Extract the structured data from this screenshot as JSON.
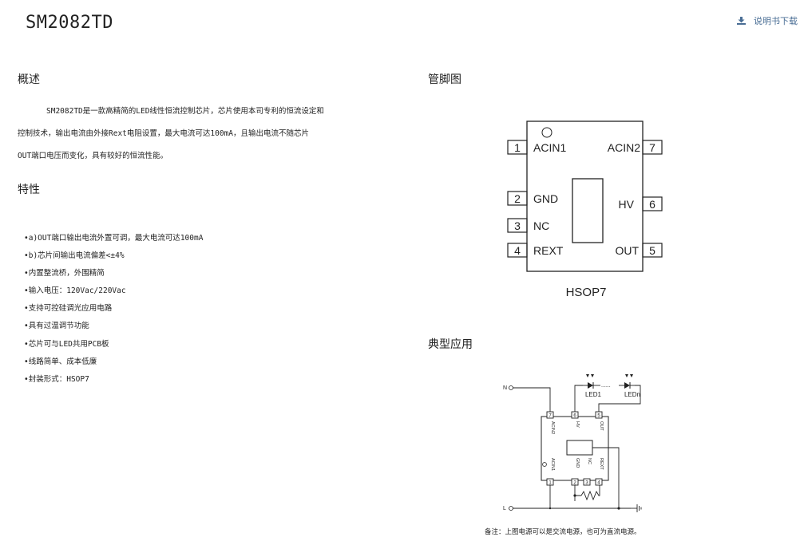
{
  "header": {
    "title": "SM2082TD",
    "download_label": "说明书下载",
    "download_icon": "download-icon"
  },
  "overview": {
    "heading": "概述",
    "lines": [
      "SM2082TD是一款高精简的LED线性恒流控制芯片，芯片使用本司专利的恒流设定和",
      "控制技术，输出电流由外接Rext电阻设置，最大电流可达100mA，且输出电流不随芯片",
      "OUT端口电压而变化，具有较好的恒流性能。"
    ]
  },
  "features": {
    "heading": "特性",
    "items": [
      "a)OUT端口输出电流外置可调，最大电流可达100mA",
      "b)芯片间输出电流偏差<±4%",
      "内置整流桥，外围精简",
      "输入电压：120Vac/220Vac",
      "支持可控硅调光应用电路",
      "具有过温调节功能",
      "芯片可与LED共用PCB板",
      "线路简单、成本低廉",
      "封装形式：HSOP7"
    ]
  },
  "pinout": {
    "heading": "管脚图",
    "package": "HSOP7",
    "left_pins": [
      {
        "num": "1",
        "name": "ACIN1"
      },
      {
        "num": "2",
        "name": "GND"
      },
      {
        "num": "3",
        "name": "NC"
      },
      {
        "num": "4",
        "name": "REXT"
      }
    ],
    "right_pins": [
      {
        "num": "7",
        "name": "ACIN2"
      },
      {
        "num": "6",
        "name": "HV"
      },
      {
        "num": "5",
        "name": "OUT"
      }
    ]
  },
  "application": {
    "heading": "典型应用",
    "terminal_n": "N",
    "terminal_l": "L",
    "led1": "LED1",
    "dots": "......",
    "ledn": "LEDn",
    "top_pins": [
      {
        "num": "7",
        "name": "ACIN2"
      },
      {
        "num": "6",
        "name": "HV"
      },
      {
        "num": "5",
        "name": "OUT"
      }
    ],
    "bottom_pins": [
      {
        "num": "1",
        "name": "ACIN1"
      },
      {
        "num": "2",
        "name": "GND"
      },
      {
        "num": "3",
        "name": "NC"
      },
      {
        "num": "4",
        "name": "REXT"
      }
    ],
    "note": "备注：上图电源可以是交流电源，也可为直流电源。"
  }
}
